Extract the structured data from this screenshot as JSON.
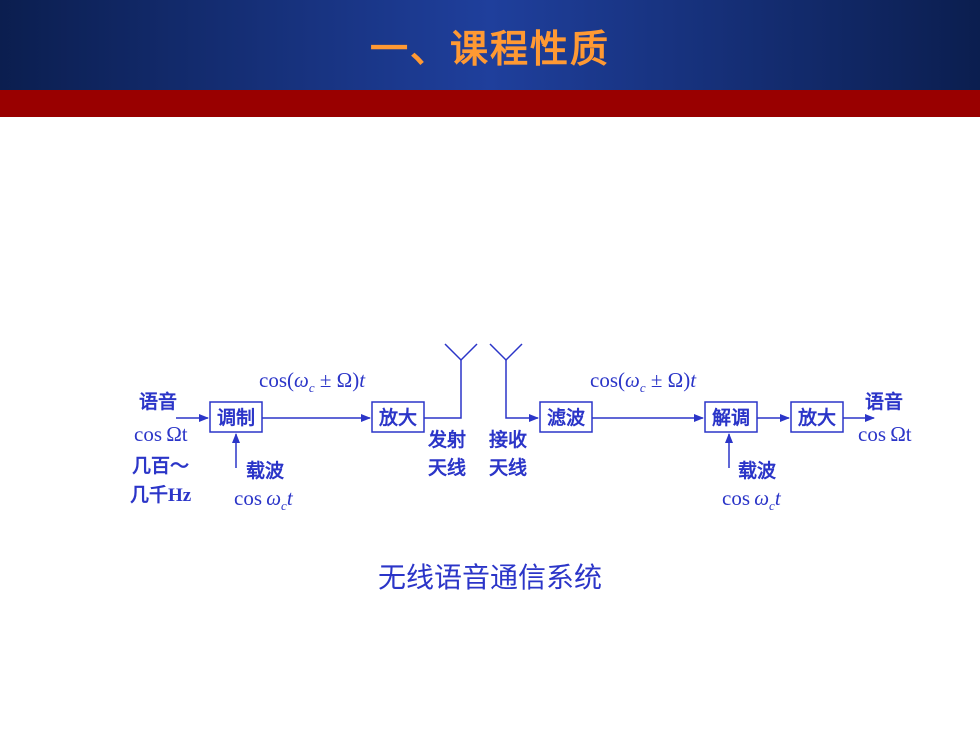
{
  "header": {
    "title": "一、课程性质"
  },
  "colors": {
    "header_blue": "#1f3f9c",
    "title_orange": "#ff9933",
    "red_bar": "#990000",
    "diagram_blue": "#2b35c8"
  },
  "diagram": {
    "input_label": "语音",
    "input_math": "cos Ωt",
    "input_range_line1": "几百～",
    "input_range_line2_cjk": "几千",
    "input_range_line2_unit": "Hz",
    "mod_block": "调制",
    "amp_block_tx": "放大",
    "filter_block": "滤波",
    "demod_block": "解调",
    "amp_block_rx": "放大",
    "signal_tx": {
      "prefix": "cos(",
      "omega": "ω",
      "sub": "c",
      "middle": " ± Ω)",
      "t": "t"
    },
    "signal_rx": {
      "prefix": "cos(",
      "omega": "ω",
      "sub": "c",
      "middle": " ± Ω)",
      "t": "t"
    },
    "carrier_tx_label": "载波",
    "carrier_tx_math": {
      "cos": "cos ",
      "omega": "ω",
      "sub": "c",
      "t": "t"
    },
    "carrier_rx_label": "载波",
    "carrier_rx_math": {
      "cos": "cos ",
      "omega": "ω",
      "sub": "c",
      "t": "t"
    },
    "tx_antenna_line1": "发射",
    "tx_antenna_line2": "天线",
    "rx_antenna_line1": "接收",
    "rx_antenna_line2": "天线",
    "output_label": "语音",
    "output_math": "cos Ωt",
    "caption": "无线语音通信系统"
  }
}
